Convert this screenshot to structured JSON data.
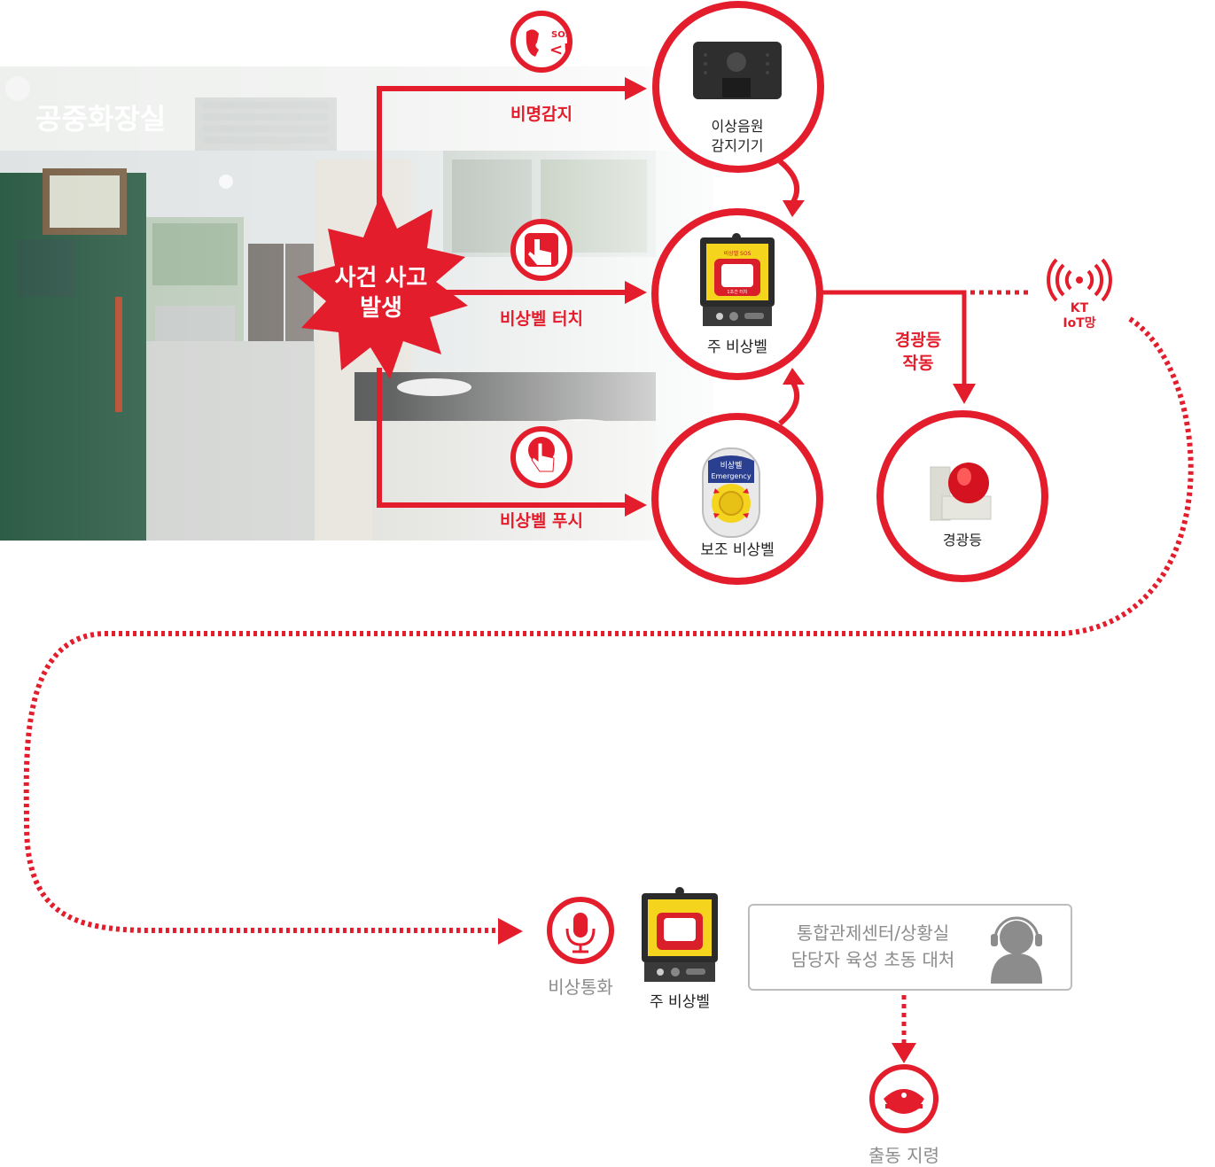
{
  "photo_label": "공중화장실",
  "incident": {
    "line1": "사건 사고",
    "line2": "발생"
  },
  "triggers": [
    {
      "id": "scream",
      "label": "비명감지",
      "icon": "sos-shout-icon"
    },
    {
      "id": "touch",
      "label": "비상벨 터치",
      "icon": "hand-touch-icon"
    },
    {
      "id": "push",
      "label": "비상벨 푸시",
      "icon": "finger-press-icon"
    }
  ],
  "devices": {
    "sensor": {
      "line1": "이상음원",
      "line2": "감지기기"
    },
    "main_bell": {
      "label": "주 비상벨",
      "screen_top": "비상벨 SOS",
      "screen_bottom": "1초간 터치"
    },
    "aux_bell": {
      "label": "보조 비상벨",
      "top1": "비상벨",
      "top2": "Emergency"
    },
    "beacon": {
      "label": "경광등"
    }
  },
  "beacon_action": {
    "line1": "경광등",
    "line2": "작동"
  },
  "network": {
    "line1": "KT",
    "line2": "IoT망",
    "icon": "wireless-signal-icon"
  },
  "response": {
    "call_label": "비상통화",
    "call_icon": "microphone-icon",
    "bell_label": "주 비상벨",
    "center_line1": "통합관제센터/상황실",
    "center_line2": "담당자 육성 초동 대처",
    "operator_icon": "headset-operator-icon",
    "dispatch_label": "출동 지령",
    "dispatch_icon": "police-cap-icon"
  },
  "colors": {
    "accent": "#e31d2c",
    "gray_text": "#8c8c8c",
    "box_border": "#bdbdbd"
  }
}
